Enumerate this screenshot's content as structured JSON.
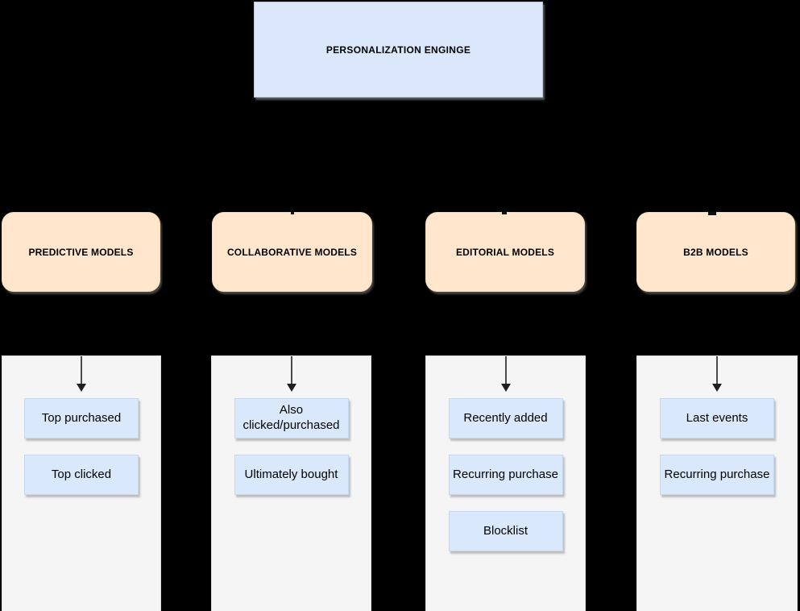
{
  "engine": {
    "title": "PERSONALIZATION ENGINGE"
  },
  "columns": [
    {
      "id": "predictive",
      "title": "PREDICTIVE MODELS",
      "items": [
        "Top purchased",
        "Top clicked"
      ]
    },
    {
      "id": "collaborative",
      "title": "COLLABORATIVE MODELS",
      "items": [
        "Also clicked/purchased",
        "Ultimately bought"
      ]
    },
    {
      "id": "editorial",
      "title": "EDITORIAL MODELS",
      "items": [
        "Recently added",
        "Recurring purchase",
        "Blocklist"
      ]
    },
    {
      "id": "b2b",
      "title": "B2B MODELS",
      "items": [
        "Last events",
        "Recurring purchase"
      ]
    }
  ],
  "colors": {
    "background": "#000000",
    "engine_fill": "#dbe8fb",
    "category_fill": "#ffe6cc",
    "column_fill": "#f5f5f5",
    "item_fill": "#d9e8fb",
    "arrow": "#1f1f1f"
  }
}
